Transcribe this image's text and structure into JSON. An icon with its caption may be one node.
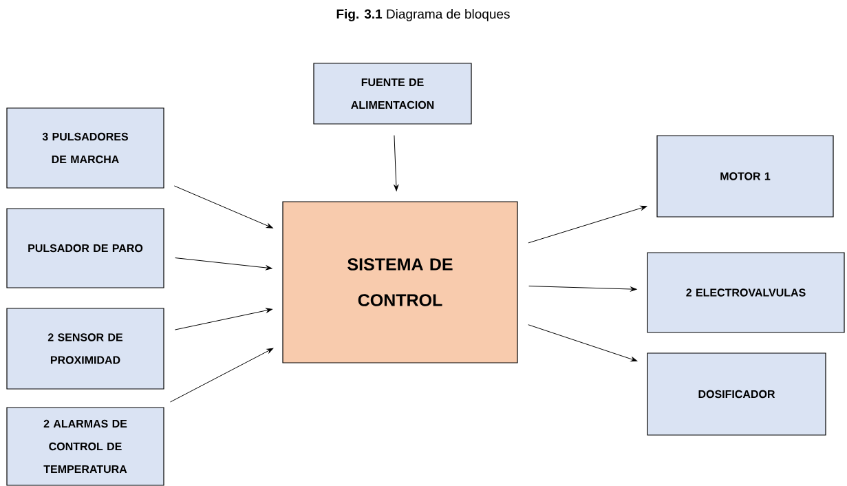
{
  "diagram": {
    "title": "**Fig. 3.1** Diagrama de bloques",
    "nodes": [
      {
        "text": [
          "FUENTE DE ALIMENTACION"
        ]
      },
      {
        "text": [
          "3 PULSADORES DE MARCHA"
        ]
      },
      {
        "text": [
          "PULSADOR DE PARO"
        ]
      },
      {
        "text": [
          "2 SENSOR DE PROXIMIDAD"
        ]
      },
      {
        "text": [
          "2 ALARMAS DE CONTROL DE TEMPERATURA"
        ]
      },
      {
        "text": [
          "SISTEMA DE CONTROL"
        ]
      },
      {
        "text": [
          "MOTOR 1"
        ]
      },
      {
        "text": [
          "2 ELECTROVALVULAS"
        ]
      },
      {
        "text": [
          "DOSIFICADOR"
        ]
      }
    ],
    "edges": [
      {
        "from": 0,
        "to": 5,
        "arrow": "to"
      },
      {
        "from": 1,
        "to": 5,
        "arrow": "to"
      },
      {
        "from": 2,
        "to": 5,
        "arrow": "to"
      },
      {
        "from": 3,
        "to": 5,
        "arrow": "to"
      },
      {
        "from": 4,
        "to": 5,
        "arrow": "to"
      },
      {
        "from": 5,
        "to": 6,
        "arrow": "to"
      },
      {
        "from": 5,
        "to": 7,
        "arrow": "to"
      },
      {
        "from": 5,
        "to": 8,
        "arrow": "to"
      }
    ]
  }
}
